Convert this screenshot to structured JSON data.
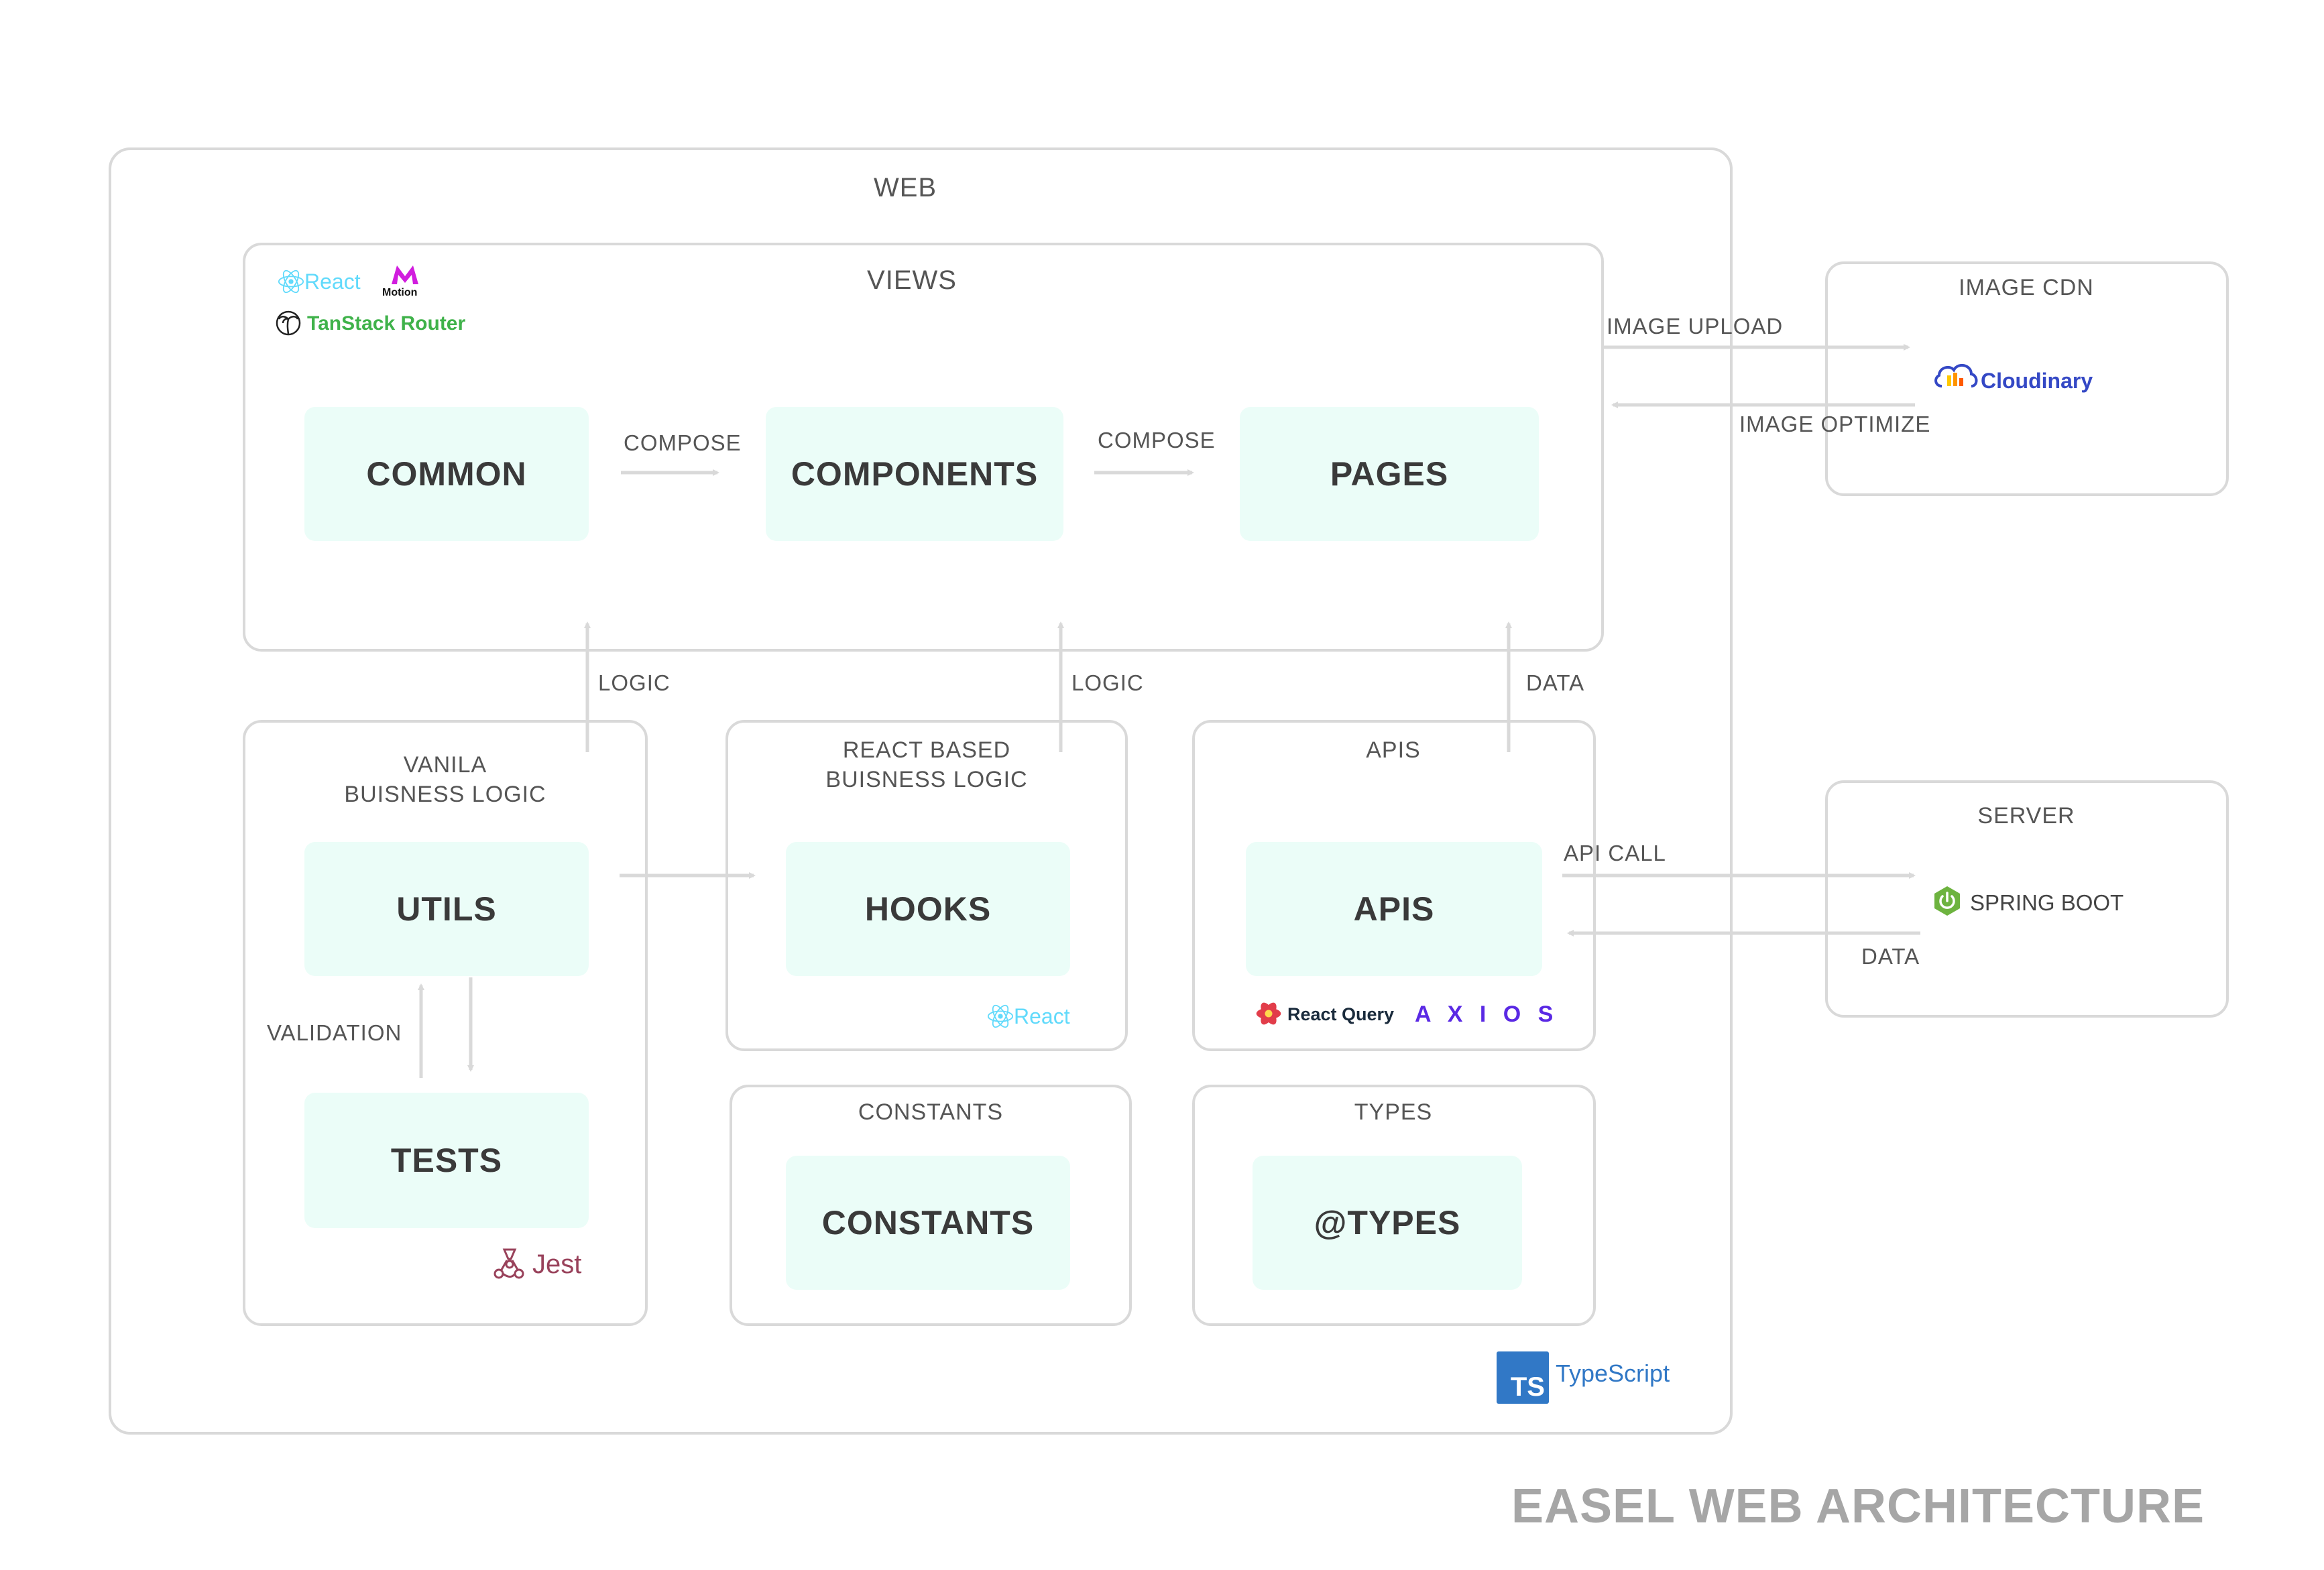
{
  "title": "EASEL WEB ARCHITECTURE",
  "web": {
    "label": "WEB",
    "typescript_logo": {
      "badge": "TS",
      "text": "TypeScript",
      "color": "#3178c6"
    }
  },
  "views": {
    "label": "VIEWS",
    "logos": {
      "react": "React",
      "motion": "Motion",
      "tanstack": "TanStack Router"
    },
    "tiles": {
      "common": "COMMON",
      "components": "COMPONENTS",
      "pages": "PAGES"
    },
    "edges": {
      "compose_1": "COMPOSE",
      "compose_2": "COMPOSE"
    }
  },
  "vanilla": {
    "label_line1": "VANILA",
    "label_line2": "BUISNESS LOGIC",
    "tiles": {
      "utils": "UTILS",
      "tests": "TESTS"
    },
    "validation": "VALIDATION",
    "jest_logo": "Jest"
  },
  "react_logic": {
    "label_line1": "REACT BASED",
    "label_line2": "BUISNESS LOGIC",
    "tiles": {
      "hooks": "HOOKS"
    },
    "react_logo": "React"
  },
  "apis": {
    "label": "APIS",
    "tiles": {
      "apis": "APIS"
    },
    "react_query_logo": "React Query",
    "axios_logo": "A X I O S"
  },
  "constants": {
    "label": "CONSTANTS",
    "tile": "CONSTANTS"
  },
  "types": {
    "label": "TYPES",
    "tile": "@TYPES"
  },
  "edges": {
    "logic_1": "LOGIC",
    "logic_2": "LOGIC",
    "data_views": "DATA",
    "image_upload": "IMAGE UPLOAD",
    "image_optimize": "IMAGE OPTIMIZE",
    "api_call": "API CALL",
    "data_server": "DATA"
  },
  "image_cdn": {
    "label": "IMAGE CDN",
    "logo": "Cloudinary"
  },
  "server": {
    "label": "SERVER",
    "logo": "SPRING BOOT"
  },
  "colors": {
    "tile_bg": "#ebfdf8",
    "border": "#d9d9d9",
    "arrow": "#d9d9d9",
    "react": "#61dafb",
    "tanstack": "#3fb24a",
    "jest": "#99425b",
    "react_query": "#e23d4a",
    "axios": "#5a29e4",
    "cloudinary": "#3448c5",
    "spring": "#6db33f",
    "title": "#a6a6a6"
  }
}
